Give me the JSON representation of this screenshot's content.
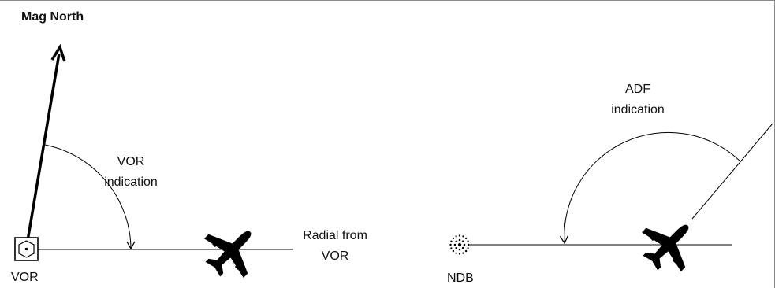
{
  "labels": {
    "mag_north": "Mag North",
    "vor_indication_line1": "VOR",
    "vor_indication_line2": "indication",
    "radial_line1": "Radial from",
    "radial_line2": "VOR",
    "vor_station": "VOR",
    "adf_indication_line1": "ADF",
    "adf_indication_line2": "indication",
    "ndb_station": "NDB"
  },
  "colors": {
    "ink": "#000000",
    "frame": "#8a8a8a"
  }
}
